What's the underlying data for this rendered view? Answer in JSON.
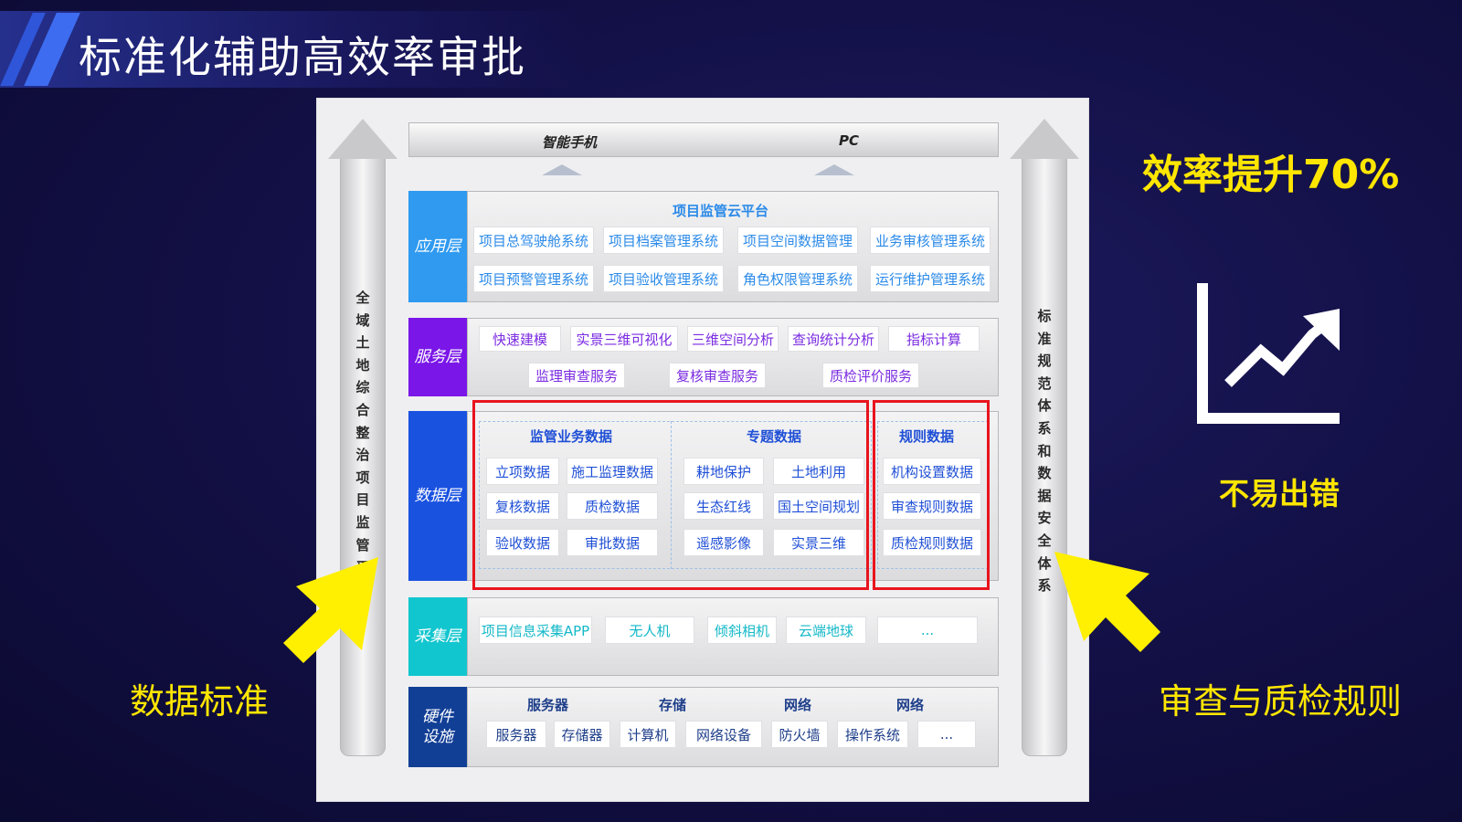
{
  "page": {
    "title": "标准化辅助高效率审批"
  },
  "pillars": {
    "left_text": "全域土地综合整治项目监管平台",
    "right_text": "标准规范体系和数据安全体系"
  },
  "devices": {
    "phone": "智能手机",
    "pc": "PC"
  },
  "layers": {
    "app": {
      "label": "应用层",
      "platform": "项目监管云平台",
      "items": [
        "项目总驾驶舱系统",
        "项目档案管理系统",
        "项目空间数据管理",
        "业务审核管理系统",
        "项目预警管理系统",
        "项目验收管理系统",
        "角色权限管理系统",
        "运行维护管理系统"
      ]
    },
    "service": {
      "label": "服务层",
      "items": [
        "快速建模",
        "实景三维可视化",
        "三维空间分析",
        "查询统计分析",
        "指标计算",
        "监理审查服务",
        "复核审查服务",
        "质检评价服务"
      ]
    },
    "data": {
      "label": "数据层",
      "groups": [
        {
          "title": "监管业务数据",
          "items": [
            "立项数据",
            "施工监理数据",
            "复核数据",
            "质检数据",
            "验收数据",
            "审批数据"
          ]
        },
        {
          "title": "专题数据",
          "items": [
            "耕地保护",
            "土地利用",
            "生态红线",
            "国土空间规划",
            "遥感影像",
            "实景三维"
          ]
        },
        {
          "title": "规则数据",
          "items": [
            "机构设置数据",
            "审查规则数据",
            "质检规则数据"
          ]
        }
      ]
    },
    "collect": {
      "label": "采集层",
      "items": [
        "项目信息采集APP",
        "无人机",
        "倾斜相机",
        "云端地球",
        "..."
      ]
    },
    "hardware": {
      "label_1": "硬件",
      "label_2": "设施",
      "headers": [
        "服务器",
        "存储",
        "网络",
        "网络"
      ],
      "items": [
        "服务器",
        "存储器",
        "计算机",
        "网络设备",
        "防火墙",
        "操作系统",
        "..."
      ]
    }
  },
  "callouts": {
    "efficiency": "效率提升70%",
    "no_error": "不易出错",
    "data_standard": "数据标准",
    "review_rules": "审查与质检规则"
  },
  "colors": {
    "app": "#2f9af0",
    "service": "#7a16e8",
    "data": "#1a52e0",
    "collect": "#12c6cf",
    "hardware": "#123f96",
    "highlight": "#e8141e",
    "accent_yellow": "#ffe600"
  }
}
